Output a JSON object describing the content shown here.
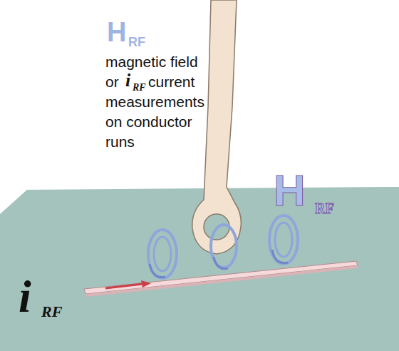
{
  "diagram": {
    "labels": [
      "H",
      "RF",
      "magnetic field",
      "or",
      "i",
      "RF",
      "current",
      "measurements",
      "on conductor",
      "runs",
      "H",
      "RF",
      "i",
      "RF"
    ]
  }
}
